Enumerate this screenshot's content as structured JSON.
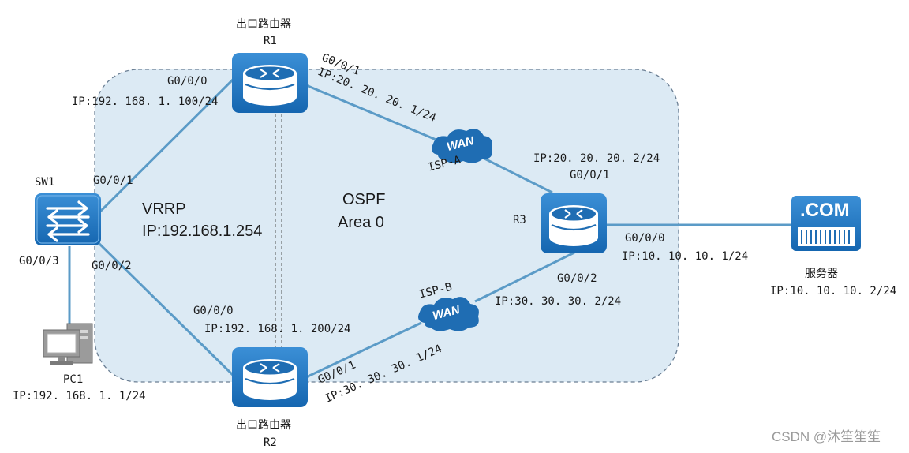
{
  "area": {
    "title": "OSPF",
    "subtitle": "Area 0"
  },
  "vrrp": {
    "name": "VRRP",
    "ip": "IP:192.168.1.254"
  },
  "r1": {
    "role": "出口路由器",
    "name": "R1",
    "port_lan": "G0/0/0",
    "ip_lan": "IP:192. 168. 1. 100/24",
    "port_wan": "G0/0/1",
    "ip_wan": "IP:20. 20. 20. 1/24"
  },
  "r2": {
    "role": "出口路由器",
    "name": "R2",
    "port_lan": "G0/0/0",
    "ip_lan": "IP:192. 168. 1. 200/24",
    "port_wan": "G0/0/1",
    "ip_wan": "IP:30. 30. 30. 1/24"
  },
  "r3": {
    "name": "R3",
    "port_a": "G0/0/1",
    "ip_a": "IP:20. 20. 20. 2/24",
    "port_srv": "G0/0/0",
    "ip_srv": "IP:10. 10. 10. 1/24",
    "port_b": "G0/0/2",
    "ip_b": "IP:30. 30. 30. 2/24"
  },
  "sw1": {
    "name": "SW1",
    "port1": "G0/0/1",
    "port2": "G0/0/2",
    "port3": "G0/0/3"
  },
  "pc1": {
    "name": "PC1",
    "ip": "IP:192. 168. 1. 1/24"
  },
  "server": {
    "badge": ".COM",
    "name": "服务器",
    "ip": "IP:10. 10. 10. 2/24"
  },
  "isp_a": {
    "cloud": "WAN",
    "name": "ISP-A"
  },
  "isp_b": {
    "cloud": "WAN",
    "name": "ISP-B"
  },
  "watermark": "CSDN @沐笙笙笙",
  "colors": {
    "link": "#5b9bc7",
    "device": "#1f6db3",
    "device_dark": "#0f4f8a",
    "area_fill": "#dceaf4",
    "area_border": "#6b7f94"
  }
}
